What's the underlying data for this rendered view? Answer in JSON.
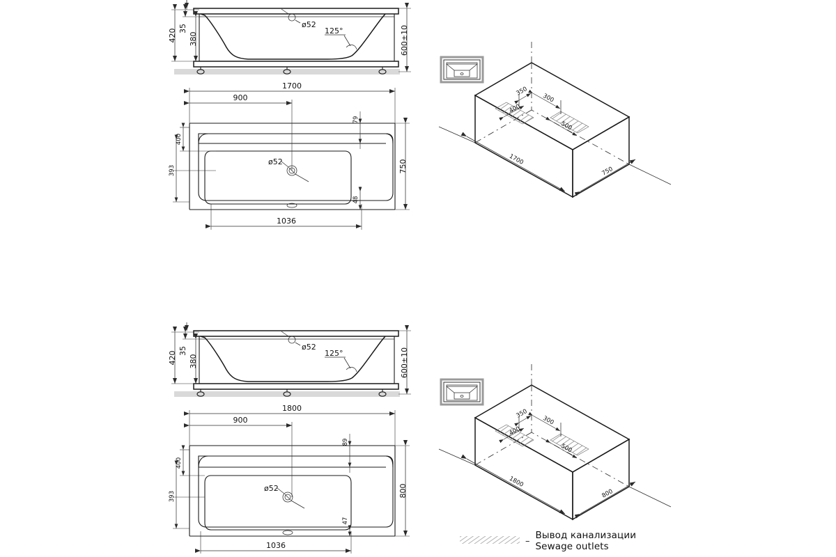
{
  "drawing": {
    "title": "Bathtub technical drawing",
    "line_color": "#1a1a1a",
    "dim_color": "#2b2b2b",
    "floor_color": "#d9d9d9",
    "hatch_color": "#7a7a7a"
  },
  "models": [
    {
      "id": "model-1700",
      "section": {
        "dims": {
          "height_total": "420",
          "rim_offset": "35",
          "inner_depth": "380",
          "overall_height": "600±10",
          "drain_label": "ø52",
          "angle_label": "125°"
        }
      },
      "plan": {
        "dims": {
          "length": "1700",
          "drain_from_left": "900",
          "top_offset": "79",
          "left_upper": "400",
          "left_lower": "393",
          "width": "750",
          "bottom_offset": "48",
          "inner_length": "1036",
          "drain_label": "ø52"
        }
      },
      "iso": {
        "dims": {
          "a": "350",
          "b": "300",
          "c": "400",
          "d": "500",
          "length": "1700",
          "width": "750"
        }
      }
    },
    {
      "id": "model-1800",
      "section": {
        "dims": {
          "height_total": "420",
          "rim_offset": "35",
          "inner_depth": "380",
          "overall_height": "600±10",
          "drain_label": "ø52",
          "angle_label": "125°"
        }
      },
      "plan": {
        "dims": {
          "length": "1800",
          "drain_from_left": "900",
          "top_offset": "89",
          "left_upper": "400",
          "left_lower": "393",
          "width": "800",
          "bottom_offset": "47",
          "inner_length": "1036",
          "drain_label": "ø52"
        }
      },
      "iso": {
        "dims": {
          "a": "350",
          "b": "300",
          "c": "400",
          "d": "500",
          "length": "1800",
          "width": "800"
        }
      }
    }
  ],
  "legend": {
    "dash": "–",
    "line_ru": "Вывод канализации",
    "line_en": "Sewage outlets"
  }
}
